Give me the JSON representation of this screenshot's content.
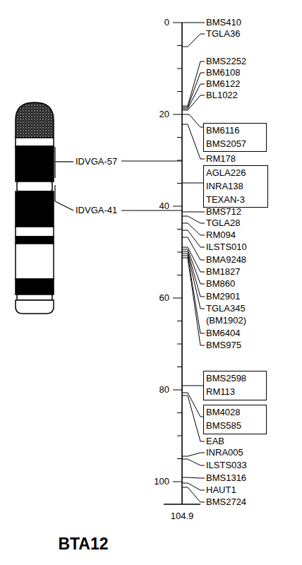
{
  "diagram": {
    "title": "BTA12",
    "nodes": [
      {
        "text": [
          "BM6116",
          "BMS2057"
        ]
      },
      {
        "text": [
          "AGLA226",
          "INRA138",
          "TEXAN-3"
        ]
      },
      {
        "text": [
          "BMS2598",
          "RM113"
        ]
      },
      {
        "text": [
          "BM4028",
          "BMS585"
        ]
      }
    ],
    "labels": [
      "0",
      "BMS410",
      "TGLA36",
      "BMS2252",
      "BM6108",
      "BM6122",
      "BL1022",
      "20",
      "RM178",
      "IDVGA-57",
      "40",
      "IDVGA-41",
      "BMS712",
      "TGLA28",
      "RM094",
      "ILSTS010",
      "BMA9248",
      "BM1827",
      "BM860",
      "60",
      "BM2901",
      "TGLA345",
      "(BM1902)",
      "BM6404",
      "BMS975",
      "80",
      "EAB",
      "INRA005",
      "100",
      "ILSTS033",
      "BMS1316",
      "HAUT1",
      "BMS2724",
      "104.9"
    ]
  }
}
